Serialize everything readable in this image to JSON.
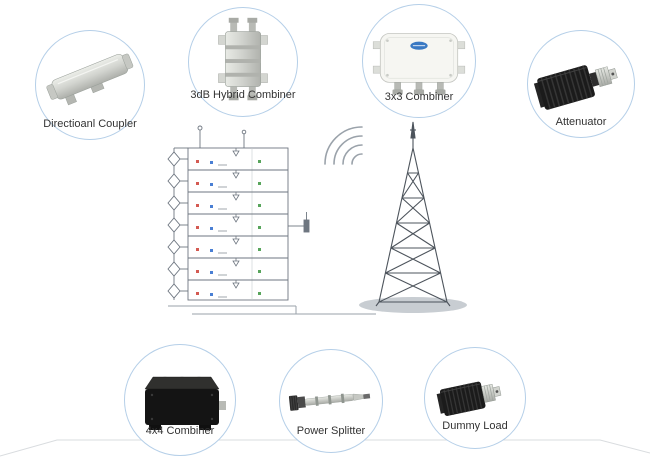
{
  "colors": {
    "circle_border": "#b5cfe8",
    "label_color": "#333333",
    "background": "#ffffff"
  },
  "components": [
    {
      "id": "directional-coupler",
      "label": "Directioanl Coupler"
    },
    {
      "id": "3db-hybrid-combiner",
      "label": "3dB Hybrid Combiner"
    },
    {
      "id": "3x3-combiner",
      "label": "3x3 Combiner"
    },
    {
      "id": "attenuator",
      "label": "Attenuator"
    },
    {
      "id": "4x4-combiner",
      "label": "4x4 Combiner"
    },
    {
      "id": "power-splitter",
      "label": "Power Splitter"
    },
    {
      "id": "dummy-load",
      "label": "Dummy Load"
    }
  ]
}
